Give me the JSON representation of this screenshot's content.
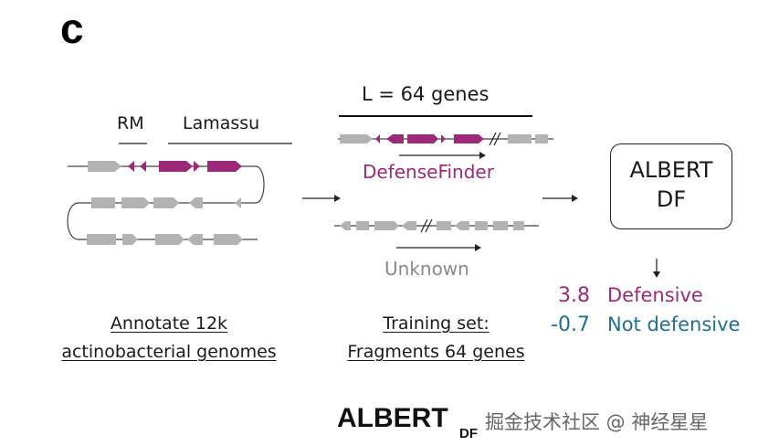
{
  "panel_letter": "c",
  "labels": {
    "rm": "RM",
    "lamassu": "Lamassu",
    "window": "L = 64 genes",
    "defensefinder": "DefenseFinder",
    "unknown": "Unknown"
  },
  "captions": {
    "annotate_line1": "Annotate 12k",
    "annotate_line2": "actinobacterial genomes",
    "training_line1": "Training set:",
    "training_line2": "Fragments 64 genes"
  },
  "model_box": {
    "line1": "ALBERT",
    "line2": "DF"
  },
  "scores": [
    {
      "value": "3.8",
      "label": "Defensive",
      "color": "#9c2a78"
    },
    {
      "value": "-0.7",
      "label": "Not defensive",
      "color": "#1f7090"
    }
  ],
  "footer": {
    "main": "ALBERT",
    "sub": "DF"
  },
  "watermark": "掘金技术社区 @ 神经星星",
  "colors": {
    "defense_gene": "#9c2a78",
    "other_gene": "#b3b3b3",
    "defensive_text": "#9c2a78",
    "not_defensive_text": "#1f7090",
    "unknown_text": "#8a8a8a"
  }
}
